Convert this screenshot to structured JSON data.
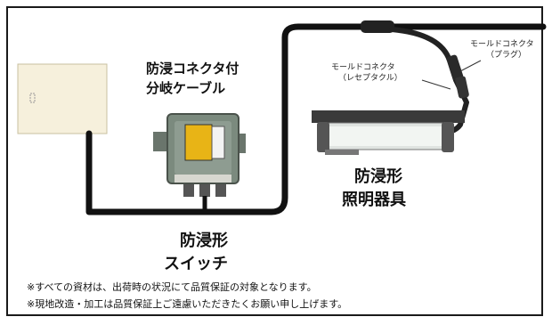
{
  "labels": {
    "cable_line1": "防浸コネクタ付",
    "cable_line2": "分岐ケーブル",
    "switch_line1": "防浸形",
    "switch_line2": "スイッチ",
    "light_line1": "防浸形",
    "light_line2": "照明器具",
    "plug_line1": "モールドコネクタ",
    "plug_line2": "（プラグ）",
    "receptacle_line1": "モールドコネクタ",
    "receptacle_line2": "（レセプタクル）"
  },
  "notes": {
    "note1": "※すべての資材は、出荷時の状況にて品質保証の対象となります。",
    "note2": "※現地改造・加工は品質保証上ご遠慮いただきたくお願い申し上げます。"
  }
}
